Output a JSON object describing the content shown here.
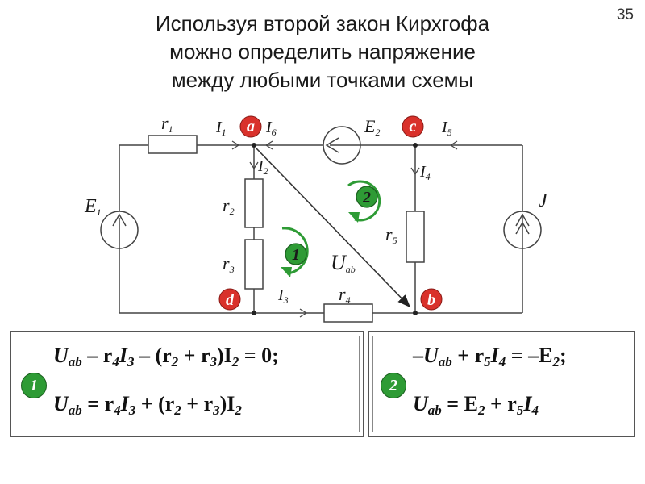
{
  "title": {
    "line1": "Используя второй закон Кирхгофа",
    "line2": "можно определить напряжение",
    "line3": "между любыми точками схемы"
  },
  "page_number": "35",
  "nodes": {
    "a": "a",
    "b": "b",
    "c": "c",
    "d": "d"
  },
  "loops": {
    "loop1": "1",
    "loop2": "2"
  },
  "labels": {
    "r1": "r",
    "r1_sub": "1",
    "r2": "r",
    "r2_sub": "2",
    "r3": "r",
    "r3_sub": "3",
    "r4": "r",
    "r4_sub": "4",
    "r5": "r",
    "r5_sub": "5",
    "E1": "E",
    "E1_sub": "1",
    "E2": "E",
    "E2_sub": "2",
    "J": "J",
    "I1": "I",
    "I1_sub": "1",
    "I2": "I",
    "I2_sub": "2",
    "I3": "I",
    "I3_sub": "3",
    "I4": "I",
    "I4_sub": "4",
    "I5": "I",
    "I5_sub": "5",
    "I6": "I",
    "I6_sub": "6",
    "Uab": "U",
    "Uab_sub": "ab"
  },
  "colors": {
    "node": "#d9312b",
    "loop": "#2e9b35"
  },
  "equations": {
    "box1_badge": "1",
    "box2_badge": "2",
    "b1l1": {
      "U": "U",
      "ab": "ab",
      "p1": " – r",
      "s1": "4",
      "p2": "I",
      "s2": "3",
      "p3": " – (r",
      "s3": "2",
      "p4": " + r",
      "s4": "3",
      "p5": ")I",
      "s5": "2",
      "p6": " = 0;"
    },
    "b1l2": {
      "U": "U",
      "ab": "ab",
      "p1": " = r",
      "s1": "4",
      "p2": "I",
      "s2": "3",
      "p3": " + (r",
      "s3": "2",
      "p4": " + r",
      "s4": "3",
      "p5": ")I",
      "s5": "2"
    },
    "b2l1": {
      "m": "–",
      "U": "U",
      "ab": "ab",
      "p1": " + r",
      "s1": "5",
      "p2": "I",
      "s2": "4",
      "p3": " = –E",
      "s3": "2",
      "p4": ";"
    },
    "b2l2": {
      "U": "U",
      "ab": "ab",
      "p1": " = E",
      "s1": "2",
      "p2": " + r",
      "s2": "5",
      "p3": "I",
      "s3": "4"
    }
  }
}
